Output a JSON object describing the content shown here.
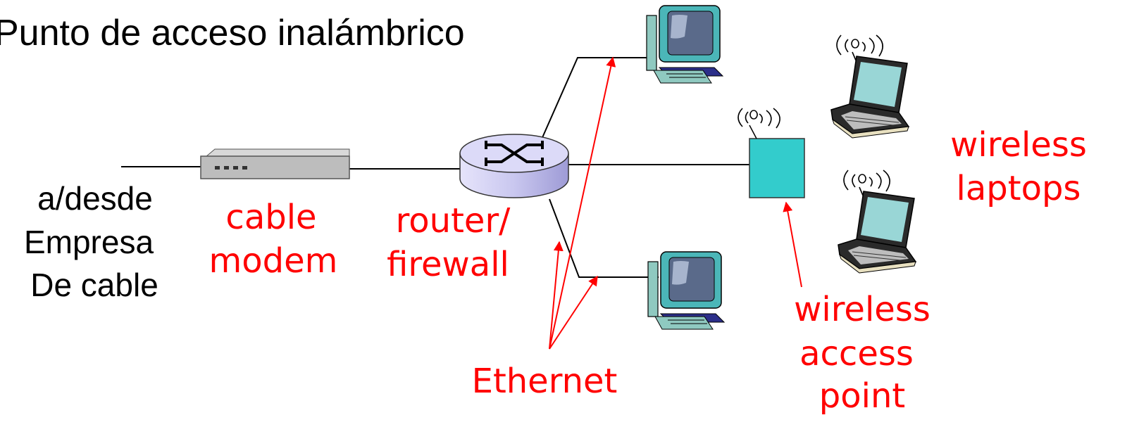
{
  "title": "Punto de acceso inalámbrico",
  "labels": {
    "isp": [
      "a/desde",
      "Empresa",
      "De cable"
    ],
    "cable_modem": [
      "cable",
      "modem"
    ],
    "router": [
      "router/",
      "firewall"
    ],
    "ethernet": "Ethernet",
    "access_point": [
      "wireless",
      "access",
      "point"
    ],
    "laptops": [
      "wireless",
      "laptops"
    ]
  },
  "colors": {
    "label_red": "#ff0000",
    "text_black": "#000000",
    "router_fill": "#c9c7ef",
    "access_point_fill": "#33cccc",
    "modem_fill": "#bdbdbd",
    "monitor_screen": "#5a6a8a",
    "laptop_screen": "#99d6d6"
  },
  "icons": {
    "router": "router-icon",
    "modem": "cable-modem-icon",
    "desktop": "desktop-computer-icon",
    "laptop": "laptop-icon",
    "access_point": "wireless-access-point-icon",
    "wireless": "wireless-signal-icon"
  }
}
